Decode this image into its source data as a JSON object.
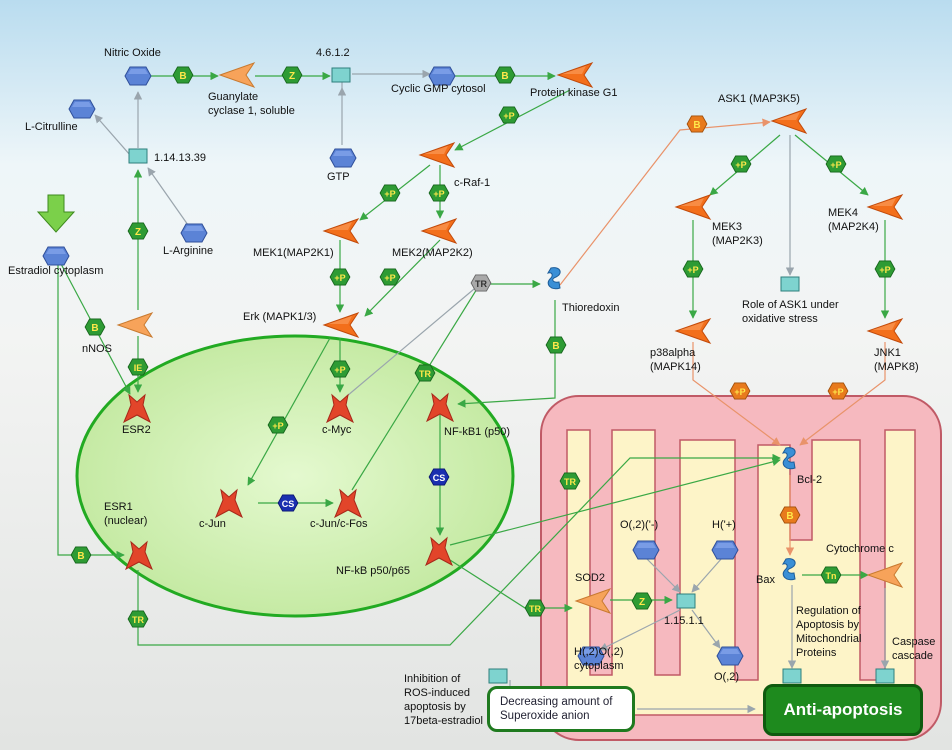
{
  "labels": {
    "nitric_oxide": "Nitric Oxide",
    "enzyme_4612": "4.6.1.2",
    "guanylate": "Guanylate",
    "guanylate2": "cyclase 1, soluble",
    "cgmp": "Cyclic GMP cytosol",
    "pkg1": "Protein kinase G1",
    "l_citrulline": "L-Citrulline",
    "enzyme_1141339": "1.14.13.39",
    "gtp": "GTP",
    "l_arginine": "L-Arginine",
    "craf1": "c-Raf-1",
    "mek1": "MEK1(MAP2K1)",
    "mek2": "MEK2(MAP2K2)",
    "estradiol": "Estradiol cytoplasm",
    "nnos": "nNOS",
    "erk": "Erk (MAPK1/3)",
    "thioredoxin": "Thioredoxin",
    "esr2": "ESR2",
    "cmyc": "c-Myc",
    "nfkb1": "NF-kB1 (p50)",
    "esr1": "ESR1",
    "esr1b": "(nuclear)",
    "cjun": "c-Jun",
    "cjun_cfos": "c-Jun/c-Fos",
    "nfkb": "NF-kB p50/p65",
    "ask1": "ASK1 (MAP3K5)",
    "mek3": "MEK3",
    "mek3b": "(MAP2K3)",
    "mek4": "MEK4",
    "mek4b": "(MAP2K4)",
    "role_ask1": "Role of ASK1 under",
    "role_ask1b": "oxidative stress",
    "p38": "p38alpha",
    "p38b": "(MAPK14)",
    "jnk1": "JNK1",
    "jnk1b": "(MAPK8)",
    "bcl2": "Bcl-2",
    "o2minus": "O(,2)('-)",
    "hplus": "H('+)",
    "sod2": "SOD2",
    "enzyme_1151": "1.15.1.1",
    "bax": "Bax",
    "cytc": "Cytochrome c",
    "h2o2": "H(,2)O(,2)",
    "h2o2b": "cytoplasm",
    "o2": "O(,2)",
    "reg1": "Regulation of",
    "reg2": "Apoptosis by",
    "reg3": "Mitochondrial",
    "reg4": "Proteins",
    "caspase": "Caspase",
    "caspase2": "cascade",
    "inhib1": "Inhibition of",
    "inhib2": "ROS-induced",
    "inhib3": "apoptosis by",
    "inhib4": "17beta-estradiol"
  },
  "boxes": {
    "superoxide1": "Decreasing amount of",
    "superoxide2": "Superoxide anion",
    "antiapoptosis": "Anti-apoptosis"
  },
  "badges": {
    "binding": "B",
    "catalysis": "Z",
    "phosphorylation": "+P",
    "transcription_reg": "TR",
    "influence_expression": "IE",
    "complex": "CS",
    "transport": "Tn"
  },
  "colors": {
    "activation": "#3aa845",
    "inhibition": "#e07a3a",
    "neutral": "#9aa5ad",
    "nucleus_fill": "#c9f0a6",
    "nucleus_stroke": "#22aa22",
    "mito_outer": "#f6b9bf",
    "mito_inner": "#fdf4c8",
    "compound": "#5b83d6",
    "protein": "#f36f1b"
  }
}
